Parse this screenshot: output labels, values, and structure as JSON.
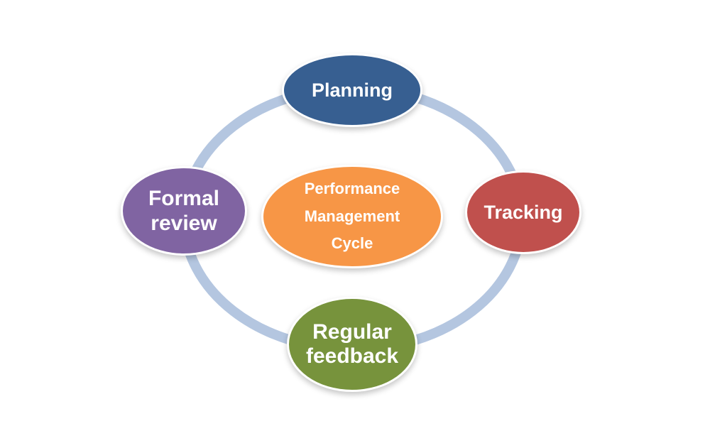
{
  "diagram": {
    "center_label": "Performance\nManagement\nCycle",
    "nodes": {
      "planning": "Planning",
      "tracking": "Tracking",
      "feedback": "Regular\nfeedback",
      "review": "Formal\nreview"
    }
  },
  "colors": {
    "ring": "#b4c6e0",
    "planning": "#375f91",
    "tracking": "#c0504d",
    "feedback": "#77933c",
    "review": "#8064a2",
    "center": "#f79646"
  }
}
